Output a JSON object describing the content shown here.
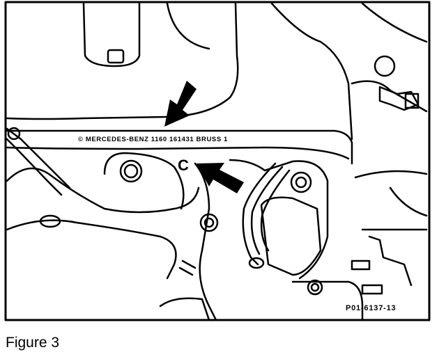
{
  "figure": {
    "casting_text": "© MERCEDES-BENZ 1160 161431 BRUSS 1",
    "callout_label": "C",
    "part_number": "P01-6137-13",
    "ink_color": "#000000",
    "paper_color": "#ffffff"
  },
  "caption": "Figure 3"
}
